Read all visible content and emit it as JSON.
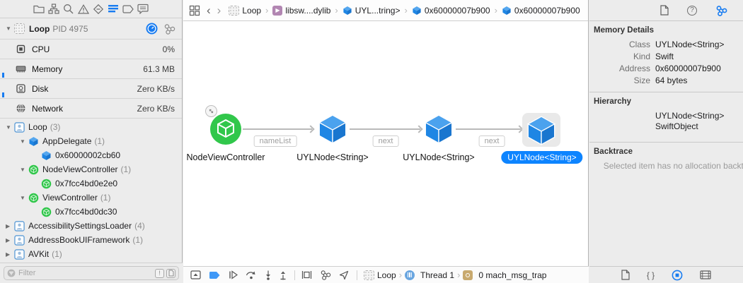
{
  "icons": {
    "disclosure_open": "▼",
    "disclosure_closed": "▶",
    "separator": "›",
    "back_chevron": "‹",
    "forward_chevron": "›",
    "exclaim": "!",
    "braces": "{ }",
    "help": "?",
    "dylib_glyph": "▶"
  },
  "navigator_bar": {
    "items": [
      {
        "name": "project-navigator",
        "icon": "folder-icon",
        "selected": false
      },
      {
        "name": "source-control-navigator",
        "icon": "org-chart-icon",
        "selected": false
      },
      {
        "name": "find-navigator",
        "icon": "search-icon",
        "selected": false
      },
      {
        "name": "issue-navigator",
        "icon": "warning-icon",
        "selected": false
      },
      {
        "name": "test-navigator",
        "icon": "diamond-icon",
        "selected": false
      },
      {
        "name": "debug-navigator",
        "icon": "list-gauge-icon",
        "selected": true
      },
      {
        "name": "breakpoint-navigator",
        "icon": "tag-icon",
        "selected": false
      },
      {
        "name": "report-navigator",
        "icon": "speech-bubble-icon",
        "selected": false
      }
    ]
  },
  "process": {
    "name": "Loop",
    "pid": "PID 4975"
  },
  "gauges": [
    {
      "label": "CPU",
      "value": "0%",
      "icon": "cpu-chip-icon"
    },
    {
      "label": "Memory",
      "value": "61.3 MB",
      "icon": "memory-stick-icon"
    },
    {
      "label": "Disk",
      "value": "Zero KB/s",
      "icon": "disk-icon"
    },
    {
      "label": "Network",
      "value": "Zero KB/s",
      "icon": "network-globe-icon"
    }
  ],
  "tree": [
    {
      "label": "Loop",
      "count": "(3)",
      "icon": "person-icon"
    },
    {
      "label": "AppDelegate",
      "count": "(1)",
      "icon": "cube-blue-icon"
    },
    {
      "label": "0x60000002cb60",
      "count": "",
      "icon": "cube-blue-icon"
    },
    {
      "label": "NodeViewController",
      "count": "(1)",
      "icon": "node-green-icon"
    },
    {
      "label": "0x7fcc4bd0e2e0",
      "count": "",
      "icon": "node-green-icon"
    },
    {
      "label": "ViewController",
      "count": "(1)",
      "icon": "node-green-icon"
    },
    {
      "label": "0x7fcc4bd0dc30",
      "count": "",
      "icon": "node-green-icon"
    },
    {
      "label": "AccessibilitySettingsLoader",
      "count": "(4)",
      "icon": "person-icon"
    },
    {
      "label": "AddressBookUIFramework",
      "count": "(1)",
      "icon": "person-icon"
    },
    {
      "label": "AVKit",
      "count": "(1)",
      "icon": "person-icon"
    }
  ],
  "filter": {
    "placeholder": "Filter"
  },
  "jumpbar": {
    "items": [
      {
        "label": "Loop",
        "icon": "app-placeholder-icon"
      },
      {
        "label": "libsw....dylib",
        "icon": "dylib-icon"
      },
      {
        "label": "UYL...tring>",
        "icon": "cube-blue-icon"
      },
      {
        "label": "0x60000007b900",
        "icon": "cube-blue-icon"
      },
      {
        "label": "0x60000007b900",
        "icon": "cube-blue-icon"
      }
    ]
  },
  "graph": {
    "nodes": [
      {
        "label": "NodeViewController",
        "type": "green-circle",
        "selected": false
      },
      {
        "label": "UYLNode<String>",
        "type": "blue-cube",
        "selected": false
      },
      {
        "label": "UYLNode<String>",
        "type": "blue-cube",
        "selected": false
      },
      {
        "label": "UYLNode<String>",
        "type": "blue-cube",
        "selected": true
      }
    ],
    "edges": [
      {
        "label": "nameList"
      },
      {
        "label": "next"
      },
      {
        "label": "next"
      }
    ]
  },
  "debugbar": {
    "breadcrumb": [
      {
        "label": "Loop",
        "icon": "app-placeholder-icon"
      },
      {
        "label": "Thread 1",
        "icon": "thread-icon"
      },
      {
        "label": "0 mach_msg_trap",
        "icon": "stack-frame-icon"
      }
    ]
  },
  "inspector": {
    "memory_details": {
      "title": "Memory Details",
      "rows": [
        {
          "key": "Class",
          "value": "UYLNode<String>"
        },
        {
          "key": "Kind",
          "value": "Swift"
        },
        {
          "key": "Address",
          "value": "0x60000007b900"
        },
        {
          "key": "Size",
          "value": "64 bytes"
        }
      ]
    },
    "hierarchy": {
      "title": "Hierarchy",
      "items": [
        "UYLNode<String>",
        "SwiftObject"
      ]
    },
    "backtrace": {
      "title": "Backtrace",
      "message": "Selected item has no allocation backtrace recorded."
    }
  },
  "colors": {
    "accent_blue": "#187cf1",
    "cube_blue": "#1f86e4",
    "node_green": "#31c74b",
    "selection_pill": "#0d84ff",
    "breakpoint_blue": "#3f99f7"
  }
}
